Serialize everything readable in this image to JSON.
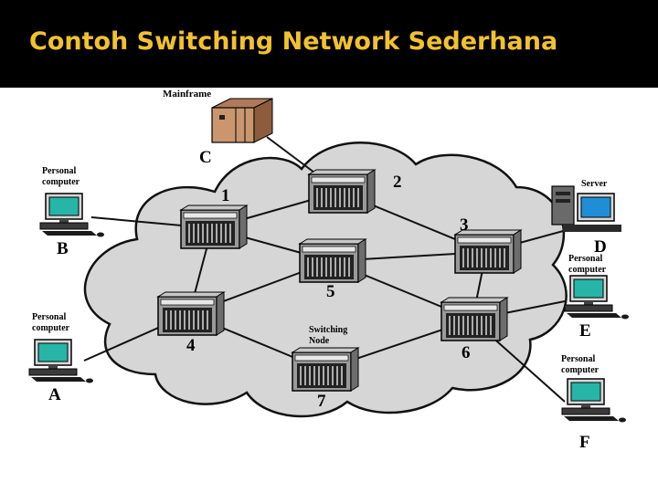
{
  "slide": {
    "title": "Contoh Switching Network Sederhana"
  },
  "colors": {
    "title": "#f2c12e",
    "background": "#000000",
    "panel": "#ffffff",
    "cloud_fill": "#d6d6d6",
    "cloud_stroke": "#111111",
    "monitor_screen": "#27b5a8",
    "server_screen": "#1e8fd6",
    "node_body": "#9a9a9a"
  },
  "diagram": {
    "switching_node_label": [
      "Switching",
      "Node"
    ],
    "nodes": [
      {
        "id": "1",
        "label": "1"
      },
      {
        "id": "2",
        "label": "2"
      },
      {
        "id": "3",
        "label": "3"
      },
      {
        "id": "4",
        "label": "4"
      },
      {
        "id": "5",
        "label": "5"
      },
      {
        "id": "6",
        "label": "6"
      },
      {
        "id": "7",
        "label": "7"
      }
    ],
    "stations": {
      "A": {
        "letter": "A",
        "type": [
          "Personal",
          "computer"
        ]
      },
      "B": {
        "letter": "B",
        "type": [
          "Personal",
          "computer"
        ]
      },
      "C": {
        "letter": "C",
        "type": [
          "Mainframe"
        ]
      },
      "D": {
        "letter": "D",
        "type": [
          "Server"
        ]
      },
      "E": {
        "letter": "E",
        "type": [
          "Personal",
          "computer"
        ]
      },
      "F": {
        "letter": "F",
        "type": [
          "Personal",
          "computer"
        ]
      }
    },
    "links": [
      [
        "C",
        "2"
      ],
      [
        "B",
        "1"
      ],
      [
        "1",
        "2"
      ],
      [
        "1",
        "4"
      ],
      [
        "1",
        "5"
      ],
      [
        "2",
        "3"
      ],
      [
        "D",
        "3"
      ],
      [
        "3",
        "5"
      ],
      [
        "3",
        "6"
      ],
      [
        "4",
        "5"
      ],
      [
        "4",
        "7"
      ],
      [
        "5",
        "6"
      ],
      [
        "6",
        "7"
      ],
      [
        "A",
        "4"
      ],
      [
        "E",
        "6"
      ],
      [
        "F",
        "6"
      ]
    ]
  }
}
